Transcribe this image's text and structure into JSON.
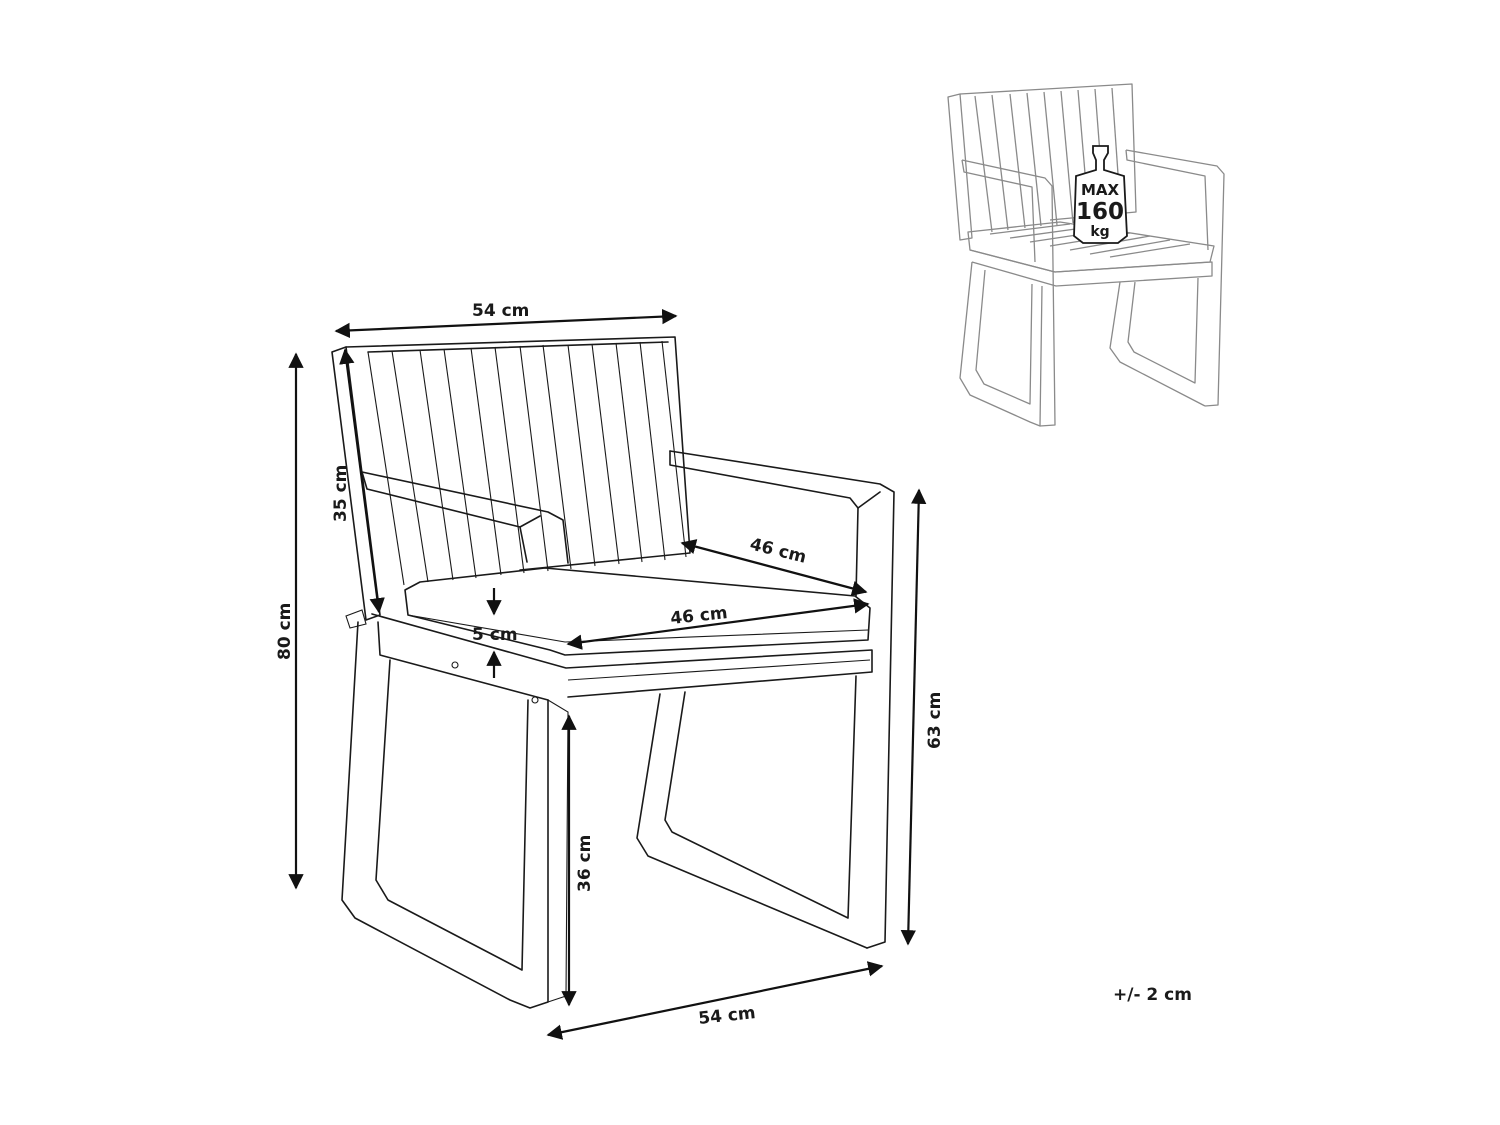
{
  "dimensions": {
    "backrest_width": "54 cm",
    "total_height": "80 cm",
    "backrest_height": "35 cm",
    "cushion_thickness": "5 cm",
    "seat_depth": "46 cm",
    "seat_width": "46 cm",
    "arm_height": "63 cm",
    "seat_height": "36 cm",
    "base_width": "54 cm"
  },
  "tolerance": "+/- 2 cm",
  "load_badge": {
    "line1": "MAX",
    "line2": "160",
    "line3": "kg"
  }
}
